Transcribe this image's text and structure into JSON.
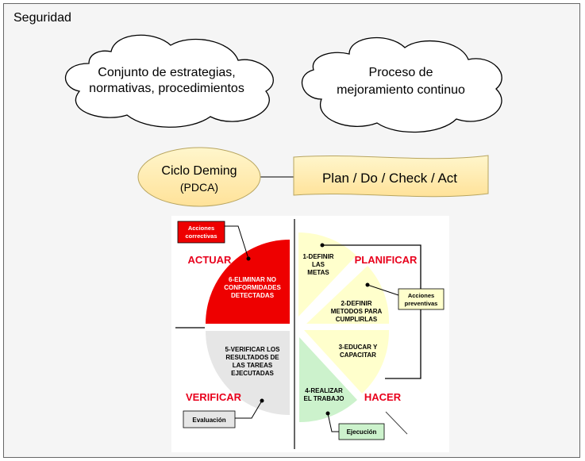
{
  "frame": {
    "title": "Seguridad"
  },
  "clouds": [
    {
      "line1": "Conjunto de estrategias,",
      "line2": "normativas, procedimientos"
    },
    {
      "line1": "Proceso de",
      "line2": "mejoramiento continuo"
    }
  ],
  "deming": {
    "line1": "Ciclo Deming",
    "line2": "(PDCA)"
  },
  "pdca_banner": "Plan / Do / Check / Act",
  "cycle": {
    "quadrants": {
      "actuar": "ACTUAR",
      "planificar": "PLANIFICAR",
      "verificar": "VERIFICAR",
      "hacer": "HACER"
    },
    "steps": {
      "s1": [
        "1-DEFINIR",
        "LAS",
        "METAS"
      ],
      "s2": [
        "2-DEFINIR",
        "METODOS PARA",
        "CUMPLIRLAS"
      ],
      "s3": [
        "3-EDUCAR Y",
        "CAPACITAR"
      ],
      "s4": [
        "4-REALIZAR",
        "EL TRABAJO"
      ],
      "s5": [
        "5-VERIFICAR LOS",
        "RESULTADOS DE",
        "LAS TAREAS",
        "EJECUTADAS"
      ],
      "s6": [
        "6-ELIMINAR NO",
        "CONFORMIDADES",
        "DETECTADAS"
      ]
    },
    "callouts": {
      "correctivas": [
        "Acciones",
        "correctivas"
      ],
      "preventivas": [
        "Acciones",
        "preventivas"
      ],
      "evaluacion": "Evaluación",
      "ejecucion": "Ejecución"
    },
    "colors": {
      "actuar": "#ee0000",
      "plan": "#ffffcc",
      "hacer": "#ccf2cc",
      "verificar": "#e6e6e6",
      "label_red": "#e8001c"
    }
  }
}
